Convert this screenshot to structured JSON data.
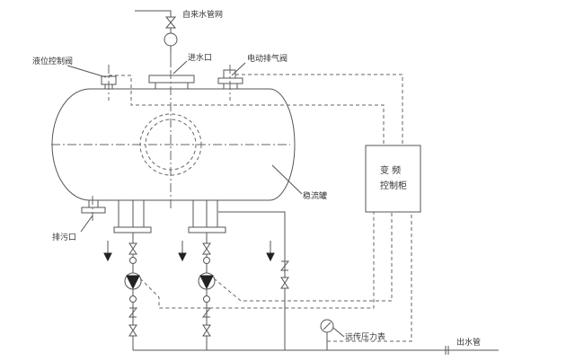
{
  "diagram": {
    "title": "变频恒压供水设备原理图",
    "labels": {
      "city_water": "自来水管网",
      "level_valve": "液位控制阀",
      "inlet": "进水口",
      "vent_valve": "电动排气阀",
      "tank": "稳流罐",
      "drain": "排污口",
      "vfd_line1": "变  频",
      "vfd_line2": "控制柜",
      "pressure_gauge": "远传压力表",
      "outlet": "出水管"
    }
  }
}
